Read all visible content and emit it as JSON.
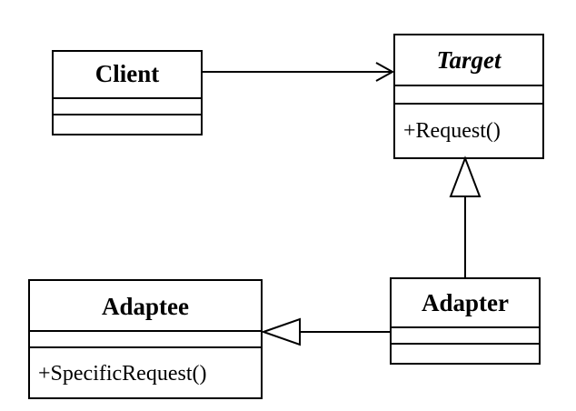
{
  "diagram": {
    "classes": {
      "client": {
        "name": "Client",
        "abstract": false,
        "members": []
      },
      "target": {
        "name": "Target",
        "abstract": true,
        "members": [
          "+Request()"
        ]
      },
      "adaptee": {
        "name": "Adaptee",
        "abstract": false,
        "members": [
          "+SpecificRequest()"
        ]
      },
      "adapter": {
        "name": "Adapter",
        "abstract": false,
        "members": []
      }
    },
    "relations": [
      {
        "from": "Client",
        "to": "Target",
        "kind": "association"
      },
      {
        "from": "Adapter",
        "to": "Target",
        "kind": "generalization"
      },
      {
        "from": "Adapter",
        "to": "Adaptee",
        "kind": "generalization"
      }
    ]
  }
}
